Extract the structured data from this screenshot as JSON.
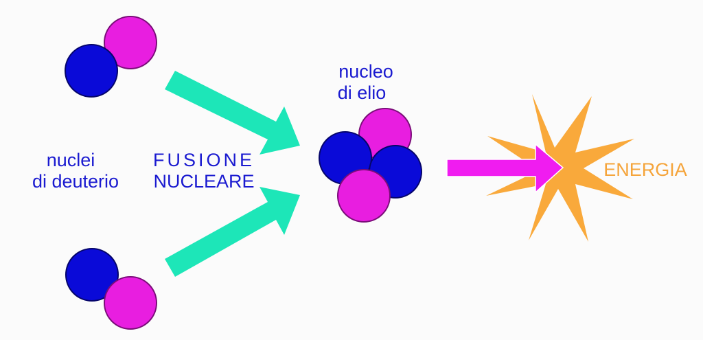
{
  "labels": {
    "deuterium_line1": "nuclei",
    "deuterium_line2": "di deuterio",
    "fusion_line1": "FUSIONE",
    "fusion_line2": "NUCLEARE",
    "helium_line1": "nucleo",
    "helium_line2": "di elio",
    "energy": "ENERGIA"
  },
  "colors": {
    "proton": "#e81ee0",
    "neutron": "#0a0ad8",
    "arrow_fusion": "#1de6b8",
    "arrow_energy": "#f01cf0",
    "star": "#f9a93b",
    "text_blue": "#1a1ad0",
    "text_orange": "#f5a43a"
  }
}
